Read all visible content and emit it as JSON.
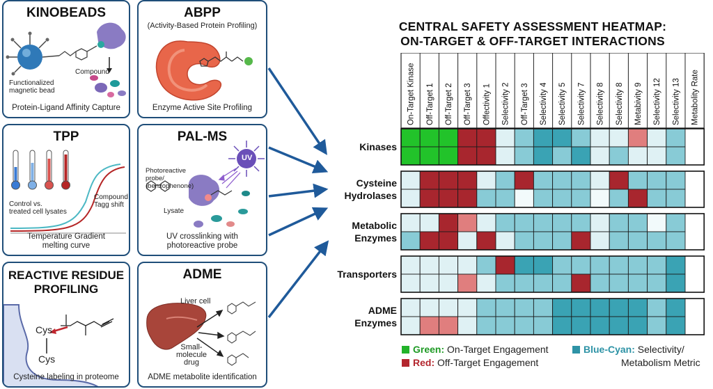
{
  "cards": {
    "kinobeads": {
      "title": "KINOBEADS",
      "label_compound": "Compound",
      "label_bead": "Functionalized\nmagnetic bead",
      "caption": "Protein-Ligand Affinity Capture"
    },
    "abpp": {
      "title": "ABPP",
      "subtitle": "(Activity-Based Protein Profiling)",
      "caption": "Enzyme Active Site Profiling"
    },
    "tpp": {
      "title": "TPP",
      "label_compound": "Compound\nTagg shift",
      "label_control": "Control vs.\ntreated cell lysates",
      "caption": "Temperature Gradient\nmelting curve"
    },
    "palms": {
      "title": "PAL-MS",
      "label_probe": "Photoreactive\nprobe/\n(benzophenone)",
      "label_lysate": "Lysate",
      "label_uv": "UV",
      "caption": "UV crosslinking with\nphotoreactive probe"
    },
    "reactive": {
      "title": "REACTIVE RESIDUE\nPROFILING",
      "label_cys1": "Cys",
      "label_cys2": "Cys",
      "caption": "Cysteine labeling in proteome"
    },
    "adme": {
      "title": "ADME",
      "label_liver": "Liver cell",
      "label_drug": "Small-\nmolecule\ndrug",
      "caption": "ADME metabolite identification"
    }
  },
  "heatmap": {
    "title": "CENTRAL SAFETY ASSESSMENT HEATMAP:\nON-TARGET & OFF-TARGET INTERACTIONS",
    "columns": [
      "On-Target Kinase",
      "Off-Target 1",
      "Off-Target 2",
      "Off-Target 3",
      "Offectivity 1",
      "Selectivity 2",
      "Off-Target 3",
      "Selectivity 4",
      "Selectivity 5",
      "Selectivity 7",
      "Selectivity 8",
      "Selectivity 8",
      "Metabivity 9",
      "Selectivity 12",
      "Selectivity 13",
      "Metabolity Rate"
    ],
    "groups": [
      {
        "label": "Kinases",
        "rows": [
          "GGGRRLMDDMLLPLM",
          "GGGRRLMDMDLMLLM"
        ]
      },
      {
        "label": "Cysteine\nHydrolases",
        "rows": [
          "LRRRLMRMMMLRMMM",
          "LRRRMMWMMMWMRMM"
        ]
      },
      {
        "label": "Metabolic\nEnzymes",
        "rows": [
          "LLRPLMMMMMLMMWM",
          "MRRLRLMMMRLMMMM"
        ]
      },
      {
        "label": "Transporters",
        "rows": [
          "LLLLMRDDMMMMMMD",
          "LLLPLMMMMRMMMMD"
        ]
      },
      {
        "label": "ADME\nEnzymes",
        "rows": [
          "LLLLMMMMDDDDDMD",
          "LPPLMMMMDDDDDMD"
        ]
      }
    ],
    "palette": {
      "G": "#22c32a",
      "R": "#a8262e",
      "P": "#e07e7e",
      "L": "#dff1f4",
      "M": "#88cbd6",
      "D": "#3aa3b4",
      "W": "#f2fafb"
    }
  },
  "legend": {
    "green_key": "Green:",
    "green_text": " On-Target Engagement",
    "red_key": "Red:",
    "red_text": " Off-Target Engagement",
    "cyan_key": "Blue-Cyan:",
    "cyan_text": " Selectivity/",
    "cyan_text2": "Metabolism Metric",
    "colors": {
      "green": "#22b32a",
      "red": "#b3262e",
      "cyan": "#2e93a6"
    }
  }
}
